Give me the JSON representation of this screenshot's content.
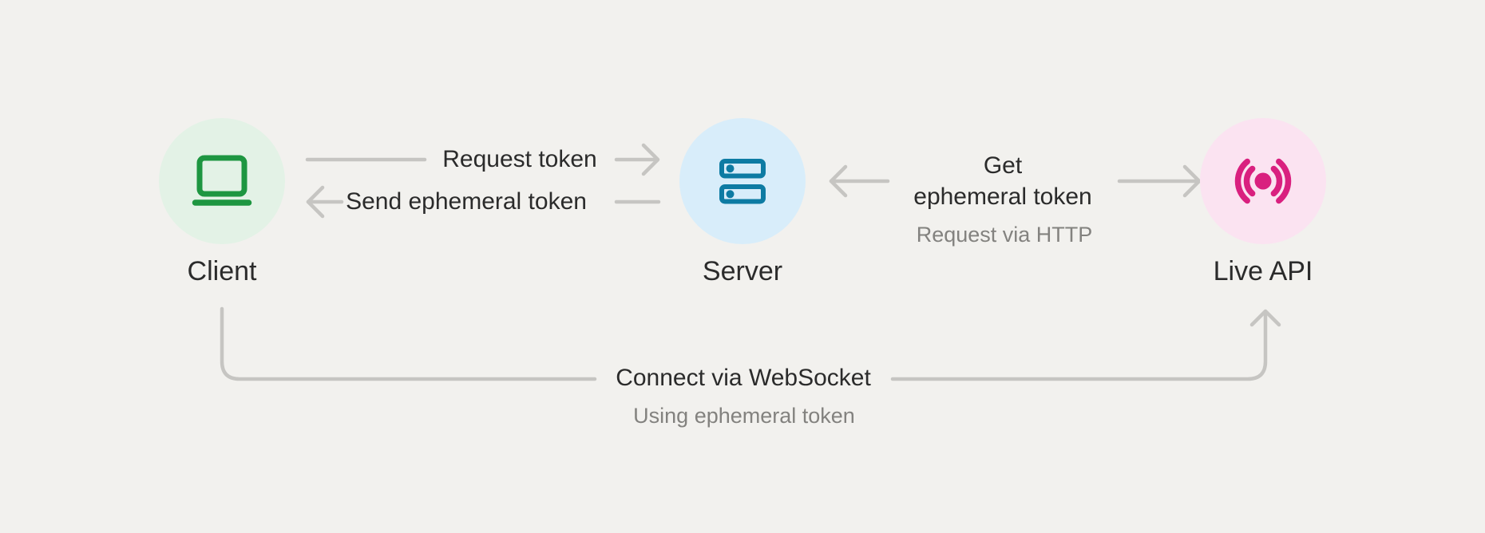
{
  "nodes": [
    {
      "label": "Client",
      "icon": "laptop-icon"
    },
    {
      "label": "Server",
      "icon": "server-rack-icon"
    },
    {
      "label": "Live API",
      "icon": "live-broadcast-icon"
    }
  ],
  "edges": {
    "request_token": {
      "label": "Request token",
      "from": "Client",
      "to": "Server"
    },
    "send_token": {
      "label": "Send ephemeral token",
      "from": "Server",
      "to": "Client"
    },
    "get_token": {
      "line1": "Get",
      "line2": "ephemeral token",
      "sublabel": "Request via HTTP",
      "from": "Server",
      "to": "Live API"
    },
    "websocket": {
      "label": "Connect via WebSocket",
      "sublabel": "Using ephemeral token",
      "from": "Client",
      "to": "Live API"
    }
  },
  "colors": {
    "background": "#f2f1ee",
    "arrow": "#c6c5c2",
    "text-dark": "#2b2b2b",
    "text-gray": "#83827f",
    "client-circle": "#e3f2e6",
    "client-icon": "#1e9641",
    "server-circle": "#d8edfa",
    "server-icon": "#0d7ba3",
    "liveapi-circle": "#fbe3f1",
    "liveapi-icon": "#d9207f"
  }
}
